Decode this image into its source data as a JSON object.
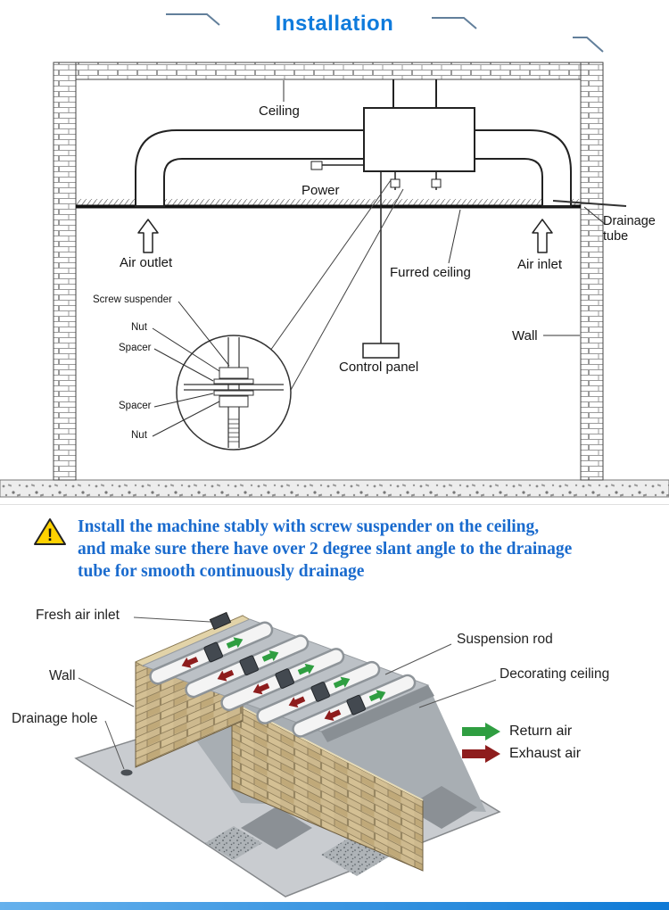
{
  "header": {
    "title": "Installation"
  },
  "installation_diagram": {
    "labels": {
      "ceiling": "Ceiling",
      "power": "Power",
      "furred_ceiling": "Furred ceiling",
      "air_outlet": "Air outlet",
      "air_inlet": "Air inlet",
      "drainage_tube": "Drainage tube",
      "wall": "Wall",
      "control_panel": "Control panel"
    },
    "suspender_detail": {
      "screw_suspender": "Screw suspender",
      "nut_top": "Nut",
      "spacer_top": "Spacer",
      "spacer_bottom": "Spacer",
      "nut_bottom": "Nut"
    }
  },
  "warning_note": {
    "icon_mark": "!",
    "line1": "Install the machine stably with screw suspender on the ceiling,",
    "line2": "and make sure there have over 2 degree slant angle to the drainage",
    "line3": "tube for smooth continuously drainage"
  },
  "room_diagram": {
    "labels": {
      "fresh_air_inlet": "Fresh air inlet",
      "wall": "Wall",
      "drainage_hole": "Drainage hole",
      "suspension_rod": "Suspension rod",
      "decorating_ceiling": "Decorating ceiling"
    },
    "legend": [
      {
        "label": "Return air",
        "color": "#2f9e41"
      },
      {
        "label": "Exhaust air",
        "color": "#8e1d1d"
      }
    ]
  },
  "colors": {
    "title_blue": "#0f7bdc",
    "note_blue": "#1a6bce",
    "warning_yellow": "#ffd200",
    "return_air_green": "#2f9e41",
    "exhaust_air_red": "#8e1d1d",
    "footer_bar_blue": "#0e7ad6"
  }
}
